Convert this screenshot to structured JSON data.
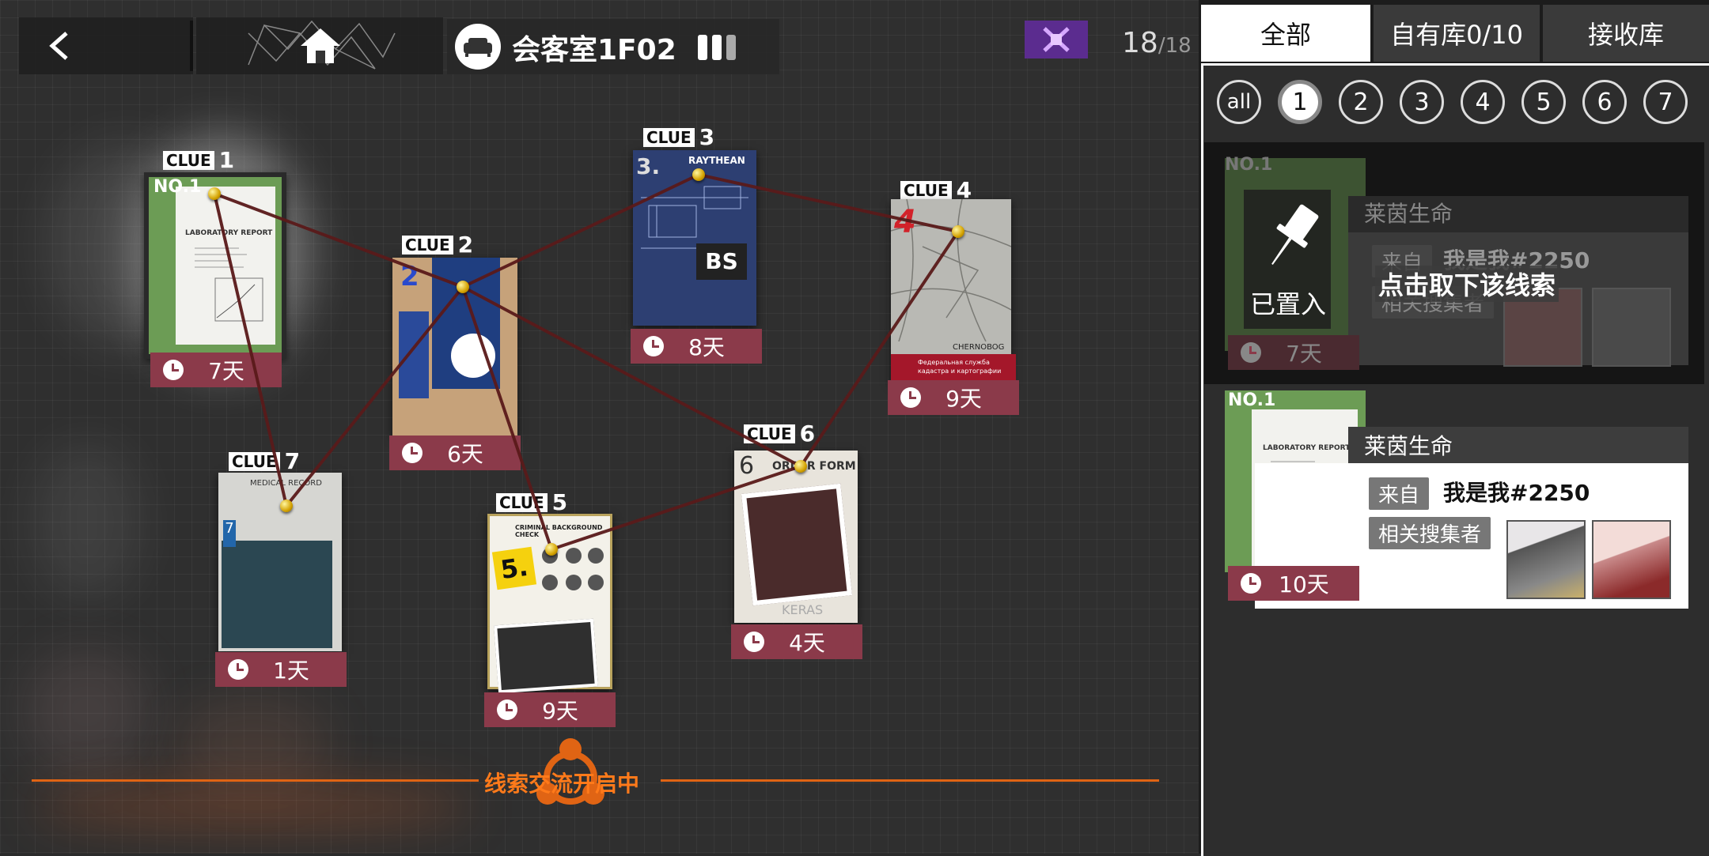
{
  "header": {
    "room_name": "会客室1F02",
    "drone_count": "18",
    "drone_max": "/18"
  },
  "clues": [
    {
      "tag": "CLUE",
      "num": "1",
      "timer": "7天"
    },
    {
      "tag": "CLUE",
      "num": "2",
      "timer": "6天"
    },
    {
      "tag": "CLUE",
      "num": "3",
      "timer": "8天"
    },
    {
      "tag": "CLUE",
      "num": "4",
      "timer": "9天"
    },
    {
      "tag": "CLUE",
      "num": "5",
      "timer": "9天"
    },
    {
      "tag": "CLUE",
      "num": "6",
      "timer": "4天"
    },
    {
      "tag": "CLUE",
      "num": "7",
      "timer": "1天"
    }
  ],
  "doc_labels": {
    "clue1_no": "NO.1",
    "clue1_title": "LABORATORY REPORT",
    "clue3_brand": "RAYTHEAN",
    "clue3_badge": "BS",
    "clue3_mark": "3.",
    "clue4_mark": "4",
    "clue4_city": "CHERNOBOG",
    "clue4_banner": "Федеральная служба кадастра и картографии",
    "clue5_mark": "5.",
    "clue5_title": "CRIMINAL BACKGROUND CHECK",
    "clue6_mark": "6",
    "clue6_title": "ORDER FORM",
    "clue6_footer": "KERAS",
    "clue7_title": "MEDICAL RECORD",
    "clue7_mark": "7",
    "clue2_mark": "2"
  },
  "exchange": {
    "label": "线索交流开启中"
  },
  "panel": {
    "tabs": [
      "全部",
      "自有库0/10",
      "接收库"
    ],
    "filters": [
      "all",
      "1",
      "2",
      "3",
      "4",
      "5",
      "6",
      "7"
    ],
    "entries": [
      {
        "doc_no": "NO.1",
        "company": "莱茵生命",
        "from_label": "来自",
        "from_user": "我是我#2250",
        "collectors_label": "相关搜集者",
        "timer": "7天",
        "placed_label": "已置入",
        "remove_hint": "点击取下该线索"
      },
      {
        "doc_no": "NO.1",
        "doc_title": "LABORATORY REPORT",
        "company": "莱茵生命",
        "from_label": "来自",
        "from_user": "我是我#2250",
        "collectors_label": "相关搜集者",
        "timer": "10天"
      }
    ]
  },
  "colors": {
    "timer_bg": "#8b3a4a",
    "exchange_orange": "#e06414",
    "drone_purple": "#5b2c8f",
    "rhine_green": "#6c9c55"
  }
}
